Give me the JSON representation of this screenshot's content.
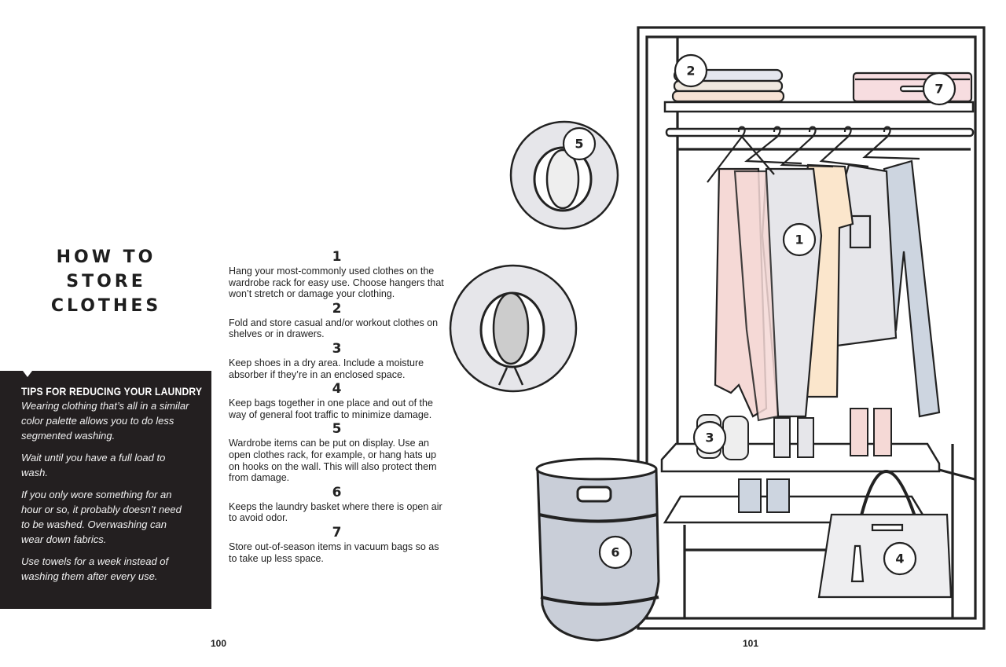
{
  "title": {
    "line1": "HOW TO STORE",
    "line2": "CLOTHES"
  },
  "tips": {
    "heading": "TIPS FOR REDUCING YOUR LAUNDRY",
    "paragraphs": [
      "Wearing clothing that’s all in a similar color palette allows you to do less segmented washing.",
      "Wait until you have a full load to wash.",
      "If you only wore something for an hour or so, it probably doesn’t need to be washed. Overwashing can wear down fabrics.",
      "Use towels for a week instead of washing them after every use."
    ]
  },
  "steps": [
    {
      "num": "1",
      "text": "Hang your most-commonly used clothes on the wardrobe rack for easy use. Choose hangers that won’t stretch or damage your clothing."
    },
    {
      "num": "2",
      "text": "Fold and store casual and/or workout clothes on shelves or in drawers."
    },
    {
      "num": "3",
      "text": "Keep shoes in a dry area. Include a moisture absorber if they’re in an enclosed space."
    },
    {
      "num": "4",
      "text": "Keep bags together in one place and out of the way of general foot traffic to minimize damage."
    },
    {
      "num": "5",
      "text": "Wardrobe items can be put on display. Use an open clothes rack, for example, or hang hats up on hooks on the wall. This will also protect them from damage."
    },
    {
      "num": "6",
      "text": "Keeps the laundry basket where there is open air to avoid odor."
    },
    {
      "num": "7",
      "text": "Store out-of-season items in vacuum bags so as to take up less space."
    }
  ],
  "callouts": [
    "1",
    "2",
    "3",
    "4",
    "5",
    "6",
    "7"
  ],
  "pages": {
    "left": "100",
    "right": "101"
  },
  "colors": {
    "tips_bg": "#231f20",
    "line": "#222222",
    "basket": "#c9ced8",
    "pink": "#f5d9d6",
    "peach": "#fbe6cc",
    "lightgray": "#e6e6ea",
    "blue": "#cdd5e0"
  }
}
